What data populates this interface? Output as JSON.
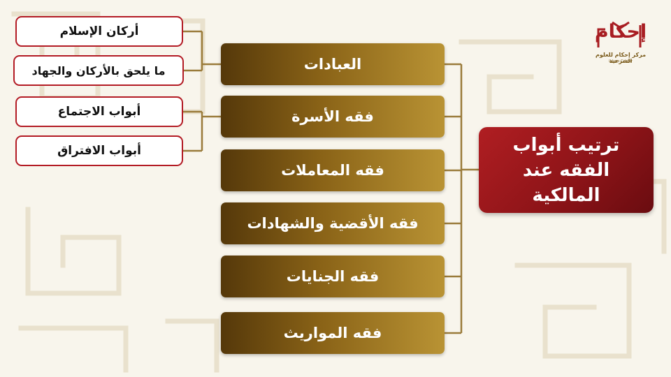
{
  "logo": {
    "name": "إحكام",
    "subtitle": "مركز إحكام للعلوم الشرعية",
    "tagline": "Ihkam Center"
  },
  "root": {
    "label": "ترتيب أبواب الفقه عند المالكية"
  },
  "branches": [
    {
      "label": "العبادات"
    },
    {
      "label": "فقه الأسرة"
    },
    {
      "label": "فقه المعاملات"
    },
    {
      "label": "فقه الأقضية والشهادات"
    },
    {
      "label": "فقه الجنايات"
    },
    {
      "label": "فقه المواريث"
    }
  ],
  "leaves": [
    {
      "label": "أركان الإسلام",
      "parent": "العبادات"
    },
    {
      "label": "ما يلحق بالأركان والجهاد",
      "parent": "العبادات"
    },
    {
      "label": "أبواب الاجتماع",
      "parent": "فقه الأسرة"
    },
    {
      "label": "أبواب الافتراق",
      "parent": "فقه الأسرة"
    }
  ],
  "colors": {
    "root": "#9e181c",
    "branch_dark": "#55380a",
    "branch_light": "#b99334",
    "leaf_border": "#b31b24",
    "connector": "#9a7b3a",
    "background": "#f8f5ec"
  }
}
